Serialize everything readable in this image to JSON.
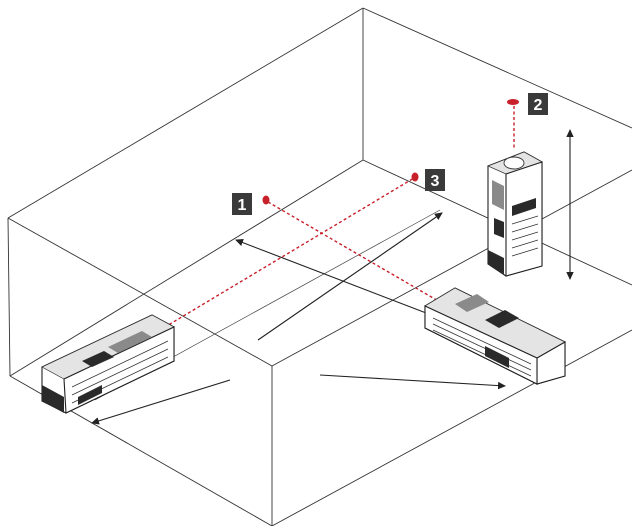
{
  "diagram": {
    "badges": [
      {
        "id": "badge-1",
        "label": "1"
      },
      {
        "id": "badge-2",
        "label": "2"
      },
      {
        "id": "badge-3",
        "label": "3"
      }
    ],
    "colors": {
      "laser": "#c8202a",
      "line": "#333333",
      "badge": "#3a3a3a",
      "background": "#ffffff"
    },
    "icons": [
      "laser-distance-meter-icon",
      "laser-dot-icon",
      "dimension-arrow-icon"
    ]
  }
}
